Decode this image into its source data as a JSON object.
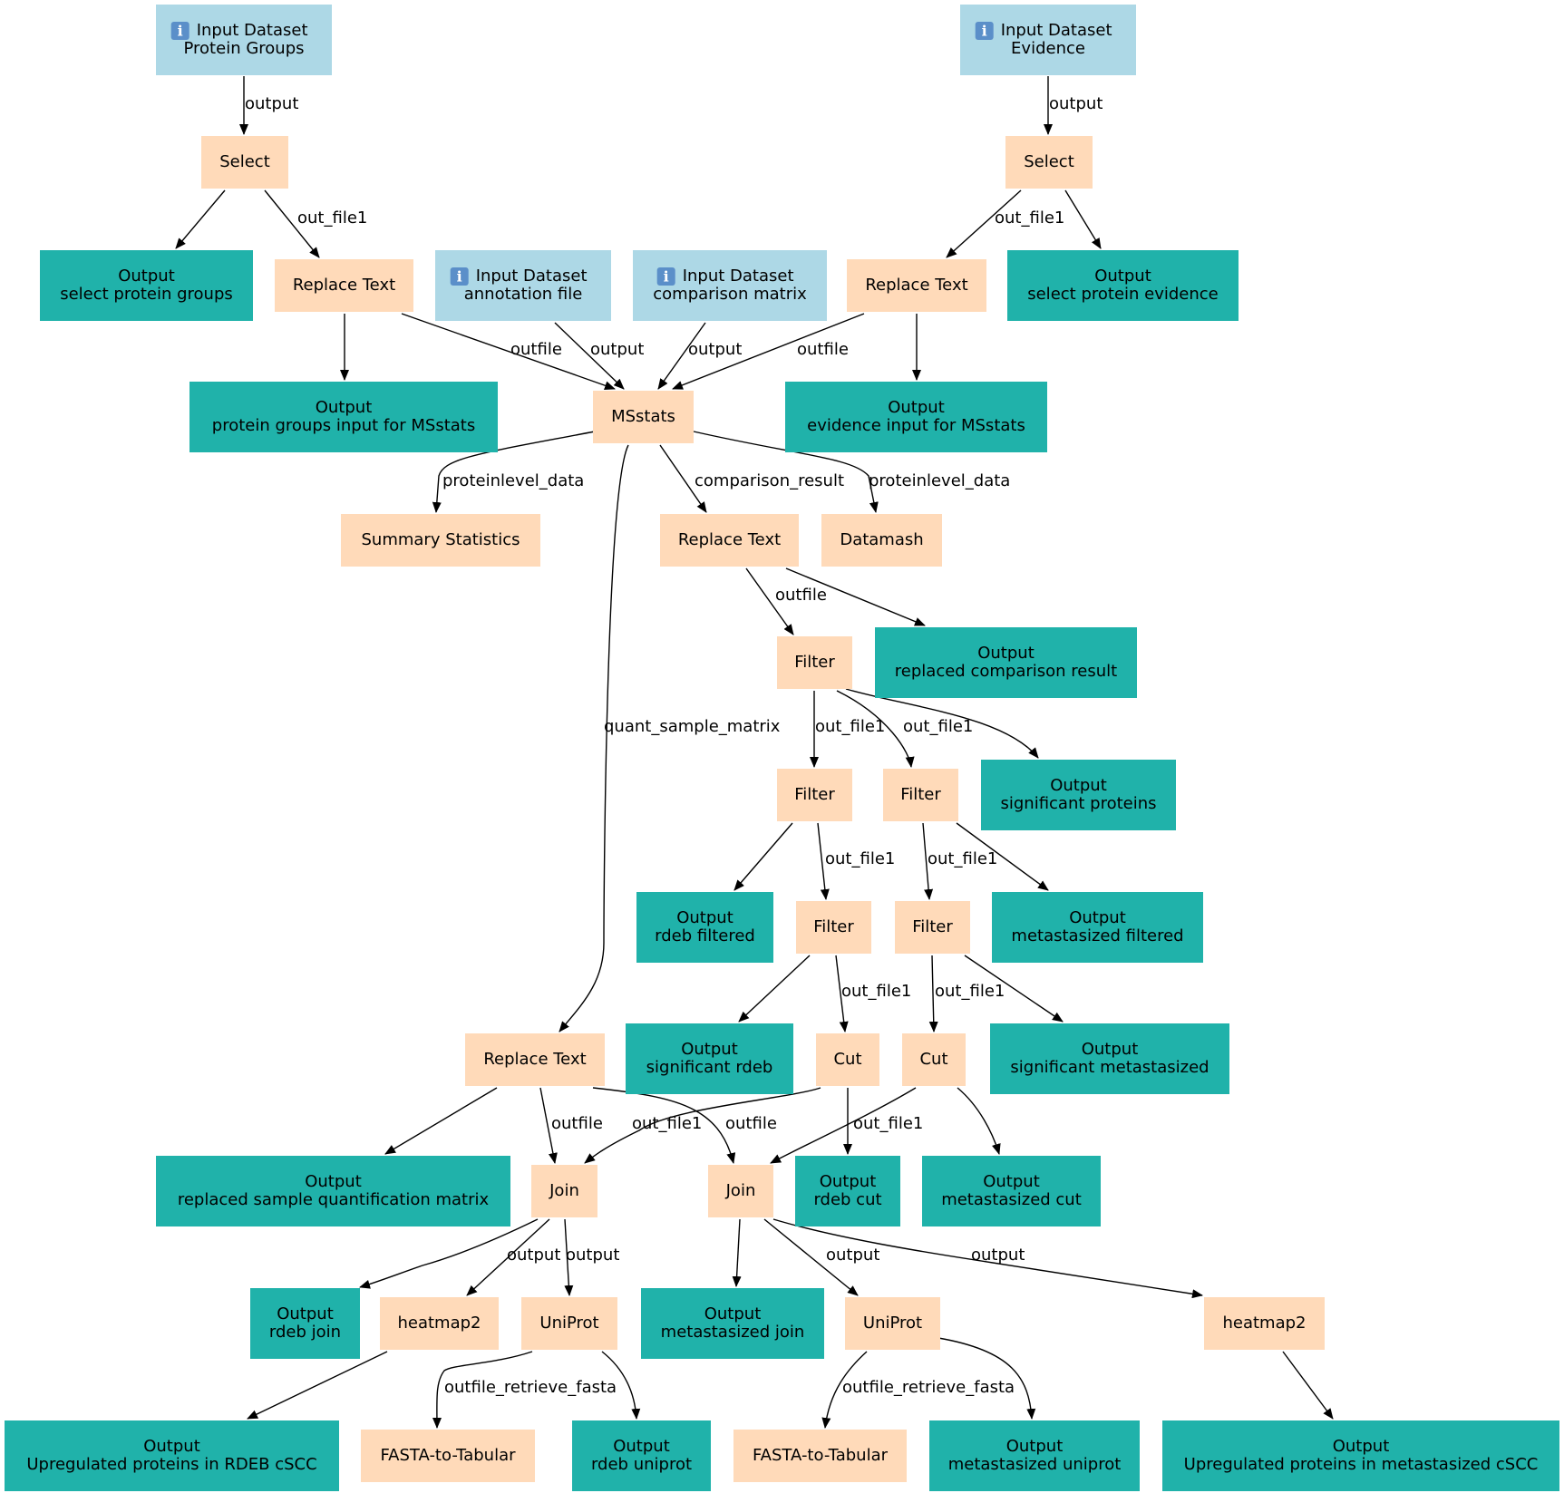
{
  "colors": {
    "input": "#add8e6",
    "tool": "#ffdab9",
    "output": "#20b2aa",
    "edge": "#000000"
  },
  "nodes": [
    {
      "id": "in_pg",
      "kind": "input",
      "icon": "info-icon",
      "lines": [
        "Input Dataset",
        "Protein Groups"
      ]
    },
    {
      "id": "in_ev",
      "kind": "input",
      "icon": "info-icon",
      "lines": [
        "Input Dataset",
        "Evidence"
      ]
    },
    {
      "id": "select1",
      "kind": "tool",
      "lines": [
        "Select"
      ]
    },
    {
      "id": "select2",
      "kind": "tool",
      "lines": [
        "Select"
      ]
    },
    {
      "id": "out_sel_pg",
      "kind": "output",
      "lines": [
        "Output",
        "select protein groups"
      ]
    },
    {
      "id": "rt1",
      "kind": "tool",
      "lines": [
        "Replace Text"
      ]
    },
    {
      "id": "in_ann",
      "kind": "input",
      "icon": "info-icon",
      "lines": [
        "Input Dataset",
        "annotation file"
      ]
    },
    {
      "id": "in_cmp",
      "kind": "input",
      "icon": "info-icon",
      "lines": [
        "Input Dataset",
        "comparison matrix"
      ]
    },
    {
      "id": "rt2",
      "kind": "tool",
      "lines": [
        "Replace Text"
      ]
    },
    {
      "id": "out_sel_ev",
      "kind": "output",
      "lines": [
        "Output",
        "select protein evidence"
      ]
    },
    {
      "id": "out_pg_ms",
      "kind": "output",
      "lines": [
        "Output",
        "protein groups input for MSstats"
      ]
    },
    {
      "id": "msstats",
      "kind": "tool",
      "lines": [
        "MSstats"
      ]
    },
    {
      "id": "out_ev_ms",
      "kind": "output",
      "lines": [
        "Output",
        "evidence input for MSstats"
      ]
    },
    {
      "id": "sumstats",
      "kind": "tool",
      "lines": [
        "Summary Statistics"
      ]
    },
    {
      "id": "rt3",
      "kind": "tool",
      "lines": [
        "Replace Text"
      ]
    },
    {
      "id": "datamash",
      "kind": "tool",
      "lines": [
        "Datamash"
      ]
    },
    {
      "id": "filter1",
      "kind": "tool",
      "lines": [
        "Filter"
      ]
    },
    {
      "id": "out_rep_cmp",
      "kind": "output",
      "lines": [
        "Output",
        "replaced comparison result"
      ]
    },
    {
      "id": "filter2",
      "kind": "tool",
      "lines": [
        "Filter"
      ]
    },
    {
      "id": "filter3",
      "kind": "tool",
      "lines": [
        "Filter"
      ]
    },
    {
      "id": "out_sig_prot",
      "kind": "output",
      "lines": [
        "Output",
        "significant proteins"
      ]
    },
    {
      "id": "out_rdeb_filt",
      "kind": "output",
      "lines": [
        "Output",
        "rdeb filtered"
      ]
    },
    {
      "id": "filter4",
      "kind": "tool",
      "lines": [
        "Filter"
      ]
    },
    {
      "id": "filter5",
      "kind": "tool",
      "lines": [
        "Filter"
      ]
    },
    {
      "id": "out_meta_filt",
      "kind": "output",
      "lines": [
        "Output",
        "metastasized filtered"
      ]
    },
    {
      "id": "rt4",
      "kind": "tool",
      "lines": [
        "Replace Text"
      ]
    },
    {
      "id": "out_sig_rdeb",
      "kind": "output",
      "lines": [
        "Output",
        "significant rdeb"
      ]
    },
    {
      "id": "cut1",
      "kind": "tool",
      "lines": [
        "Cut"
      ]
    },
    {
      "id": "cut2",
      "kind": "tool",
      "lines": [
        "Cut"
      ]
    },
    {
      "id": "out_sig_meta",
      "kind": "output",
      "lines": [
        "Output",
        "significant metastasized"
      ]
    },
    {
      "id": "out_rep_sq",
      "kind": "output",
      "lines": [
        "Output",
        "replaced sample quantification matrix"
      ]
    },
    {
      "id": "join1",
      "kind": "tool",
      "lines": [
        "Join"
      ]
    },
    {
      "id": "join2",
      "kind": "tool",
      "lines": [
        "Join"
      ]
    },
    {
      "id": "out_rdeb_cut",
      "kind": "output",
      "lines": [
        "Output",
        "rdeb cut"
      ]
    },
    {
      "id": "out_meta_cut",
      "kind": "output",
      "lines": [
        "Output",
        "metastasized cut"
      ]
    },
    {
      "id": "out_rdeb_join",
      "kind": "output",
      "lines": [
        "Output",
        "rdeb join"
      ]
    },
    {
      "id": "heatmap1",
      "kind": "tool",
      "lines": [
        "heatmap2"
      ]
    },
    {
      "id": "uniprot1",
      "kind": "tool",
      "lines": [
        "UniProt"
      ]
    },
    {
      "id": "out_meta_join",
      "kind": "output",
      "lines": [
        "Output",
        "metastasized join"
      ]
    },
    {
      "id": "uniprot2",
      "kind": "tool",
      "lines": [
        "UniProt"
      ]
    },
    {
      "id": "heatmap2",
      "kind": "tool",
      "lines": [
        "heatmap2"
      ]
    },
    {
      "id": "out_up_rdeb",
      "kind": "output",
      "lines": [
        "Output",
        "Upregulated proteins in RDEB cSCC"
      ]
    },
    {
      "id": "fasta1",
      "kind": "tool",
      "lines": [
        "FASTA-to-Tabular"
      ]
    },
    {
      "id": "out_rdeb_uni",
      "kind": "output",
      "lines": [
        "Output",
        "rdeb uniprot"
      ]
    },
    {
      "id": "fasta2",
      "kind": "tool",
      "lines": [
        "FASTA-to-Tabular"
      ]
    },
    {
      "id": "out_meta_uni",
      "kind": "output",
      "lines": [
        "Output",
        "metastasized uniprot"
      ]
    },
    {
      "id": "out_up_meta",
      "kind": "output",
      "lines": [
        "Output",
        "Upregulated proteins in metastasized cSCC"
      ]
    }
  ],
  "edges": [
    {
      "id": "e1",
      "from": "in_pg",
      "to": "select1",
      "label": "output"
    },
    {
      "id": "e2",
      "from": "in_ev",
      "to": "select2",
      "label": "output"
    },
    {
      "id": "e3",
      "from": "select1",
      "to": "out_sel_pg",
      "label": ""
    },
    {
      "id": "e4",
      "from": "select1",
      "to": "rt1",
      "label": "out_file1"
    },
    {
      "id": "e5",
      "from": "select2",
      "to": "rt2",
      "label": "out_file1"
    },
    {
      "id": "e6",
      "from": "select2",
      "to": "out_sel_ev",
      "label": ""
    },
    {
      "id": "e7",
      "from": "rt1",
      "to": "out_pg_ms",
      "label": ""
    },
    {
      "id": "e8",
      "from": "rt1",
      "to": "msstats",
      "label": "outfile"
    },
    {
      "id": "e9",
      "from": "in_ann",
      "to": "msstats",
      "label": "output"
    },
    {
      "id": "e10",
      "from": "in_cmp",
      "to": "msstats",
      "label": "output"
    },
    {
      "id": "e11",
      "from": "rt2",
      "to": "msstats",
      "label": "outfile"
    },
    {
      "id": "e12",
      "from": "rt2",
      "to": "out_ev_ms",
      "label": ""
    },
    {
      "id": "e13",
      "from": "msstats",
      "to": "sumstats",
      "label": "proteinlevel_data"
    },
    {
      "id": "e14",
      "from": "msstats",
      "to": "rt3",
      "label": "comparison_result"
    },
    {
      "id": "e15",
      "from": "msstats",
      "to": "datamash",
      "label": "proteinlevel_data"
    },
    {
      "id": "e16",
      "from": "msstats",
      "to": "rt4",
      "label": "quant_sample_matrix"
    },
    {
      "id": "e17",
      "from": "rt3",
      "to": "filter1",
      "label": "outfile"
    },
    {
      "id": "e18",
      "from": "rt3",
      "to": "out_rep_cmp",
      "label": ""
    },
    {
      "id": "e19",
      "from": "filter1",
      "to": "filter2",
      "label": "out_file1"
    },
    {
      "id": "e20",
      "from": "filter1",
      "to": "filter3",
      "label": "out_file1"
    },
    {
      "id": "e21",
      "from": "filter1",
      "to": "out_sig_prot",
      "label": ""
    },
    {
      "id": "e22",
      "from": "filter2",
      "to": "out_rdeb_filt",
      "label": ""
    },
    {
      "id": "e23",
      "from": "filter2",
      "to": "filter4",
      "label": "out_file1"
    },
    {
      "id": "e24",
      "from": "filter3",
      "to": "filter5",
      "label": "out_file1"
    },
    {
      "id": "e25",
      "from": "filter3",
      "to": "out_meta_filt",
      "label": ""
    },
    {
      "id": "e26",
      "from": "filter4",
      "to": "out_sig_rdeb",
      "label": ""
    },
    {
      "id": "e27",
      "from": "filter4",
      "to": "cut1",
      "label": "out_file1"
    },
    {
      "id": "e28",
      "from": "filter5",
      "to": "cut2",
      "label": "out_file1"
    },
    {
      "id": "e29",
      "from": "filter5",
      "to": "out_sig_meta",
      "label": ""
    },
    {
      "id": "e30",
      "from": "rt4",
      "to": "out_rep_sq",
      "label": ""
    },
    {
      "id": "e31",
      "from": "rt4",
      "to": "join1",
      "label": "outfile"
    },
    {
      "id": "e32",
      "from": "rt4",
      "to": "join2",
      "label": "outfile"
    },
    {
      "id": "e33",
      "from": "cut1",
      "to": "join1",
      "label": "out_file1"
    },
    {
      "id": "e34",
      "from": "cut1",
      "to": "out_rdeb_cut",
      "label": ""
    },
    {
      "id": "e35",
      "from": "cut2",
      "to": "join2",
      "label": "out_file1"
    },
    {
      "id": "e36",
      "from": "cut2",
      "to": "out_meta_cut",
      "label": ""
    },
    {
      "id": "e37",
      "from": "join1",
      "to": "out_rdeb_join",
      "label": ""
    },
    {
      "id": "e38",
      "from": "join1",
      "to": "heatmap1",
      "label": "output"
    },
    {
      "id": "e39",
      "from": "join1",
      "to": "uniprot1",
      "label": "output"
    },
    {
      "id": "e40",
      "from": "join2",
      "to": "out_meta_join",
      "label": ""
    },
    {
      "id": "e41",
      "from": "join2",
      "to": "uniprot2",
      "label": "output"
    },
    {
      "id": "e42",
      "from": "join2",
      "to": "heatmap2",
      "label": "output"
    },
    {
      "id": "e43",
      "from": "heatmap1",
      "to": "out_up_rdeb",
      "label": ""
    },
    {
      "id": "e44",
      "from": "uniprot1",
      "to": "fasta1",
      "label": "outfile_retrieve_fasta"
    },
    {
      "id": "e45",
      "from": "uniprot1",
      "to": "out_rdeb_uni",
      "label": ""
    },
    {
      "id": "e46",
      "from": "uniprot2",
      "to": "fasta2",
      "label": "outfile_retrieve_fasta"
    },
    {
      "id": "e47",
      "from": "uniprot2",
      "to": "out_meta_uni",
      "label": ""
    },
    {
      "id": "e48",
      "from": "heatmap2",
      "to": "out_up_meta",
      "label": ""
    }
  ]
}
